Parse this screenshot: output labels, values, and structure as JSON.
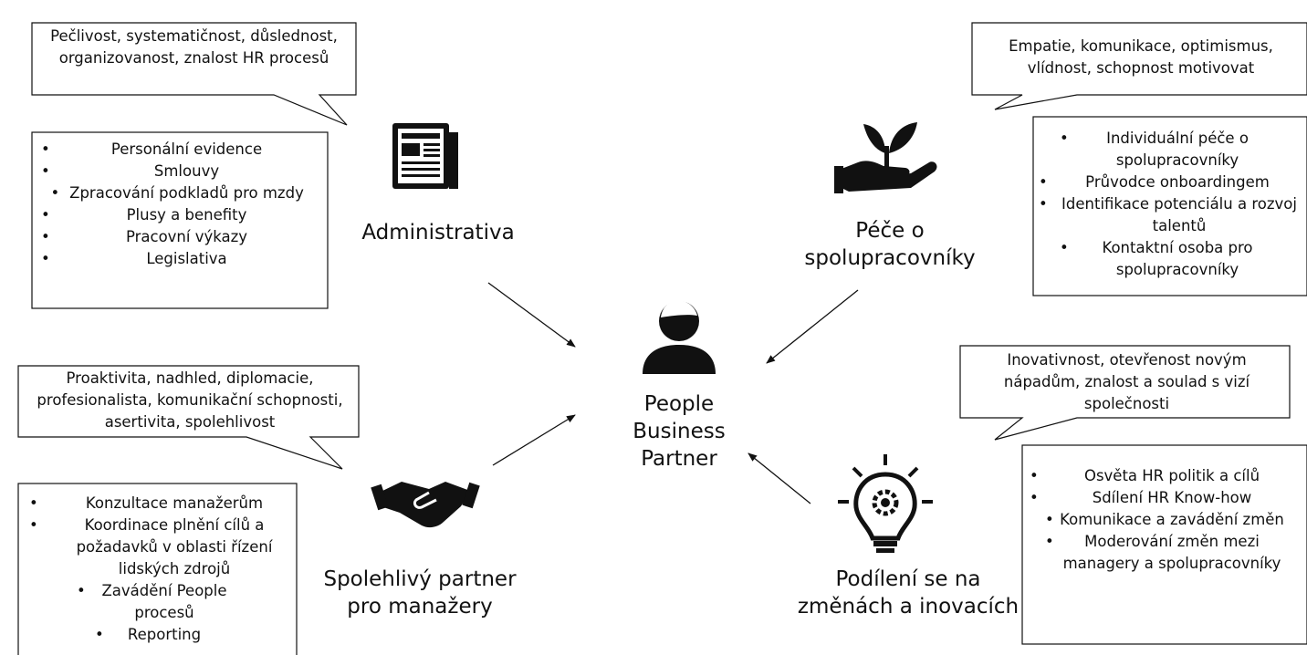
{
  "center": {
    "title_lines": [
      "People",
      "Business",
      "Partner"
    ],
    "icon": "person-icon"
  },
  "quadrants": {
    "administrativa": {
      "label": "Administrativa",
      "icon": "newspaper-icon",
      "traits": "Pečlivost, systematičnost, důslednost, organizovanost, znalost HR procesů",
      "items": [
        "Personální evidence",
        "Smlouvy",
        "Zpracování podkladů pro mzdy",
        "Plusy a benefity",
        "Pracovní výkazy",
        "Legislativa"
      ]
    },
    "pece": {
      "label_lines": [
        "Péče o",
        "spolupracovníky"
      ],
      "icon": "plant-in-hand-icon",
      "traits": "Empatie, komunikace, optimismus, vlídnost, schopnost motivovat",
      "items": [
        "Individuální péče o spolupracovníky",
        "Průvodce onboardingem",
        "Identifikace potenciálu a rozvoj talentů",
        "Kontaktní osoba pro spolupracovníky"
      ]
    },
    "partner": {
      "label_lines": [
        "Spolehlivý partner",
        "pro manažery"
      ],
      "icon": "handshake-icon",
      "traits": "Proaktivita, nadhled, diplomacie, profesionalista, komunikační schopnosti, asertivita, spolehlivost",
      "items": [
        "Konzultace manažerům",
        "Koordinace plnění cílů a požadavků v oblasti řízení lidských zdrojů",
        "Zavádění People procesů",
        "Reporting"
      ]
    },
    "zmeny": {
      "label_lines": [
        "Podílení se na",
        "změnách a inovacích"
      ],
      "icon": "lightbulb-gear-icon",
      "traits": "Inovativnost, otevřenost novým nápadům, znalost a soulad s vizí společnosti",
      "items": [
        "Osvěta HR politik a cílů",
        "Sdílení HR Know-how",
        "Komunikace a zavádění změn",
        "Moderování změn mezi managery a spolupracovníky"
      ]
    }
  }
}
